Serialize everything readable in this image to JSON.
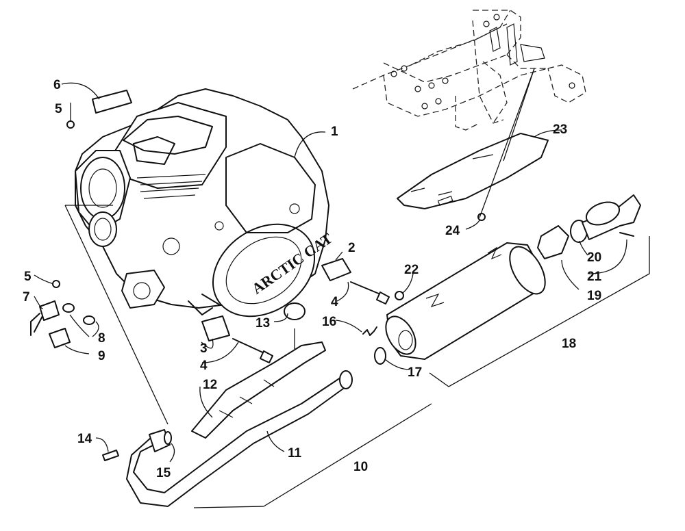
{
  "brand_mark": "ARCTIC CAT",
  "callouts": {
    "c1": "1",
    "c2": "2",
    "c3": "3",
    "c4a": "4",
    "c4b": "4",
    "c5a": "5",
    "c5b": "5",
    "c6": "6",
    "c7": "7",
    "c8": "8",
    "c9": "9",
    "c10": "10",
    "c11": "11",
    "c12": "12",
    "c13": "13",
    "c14": "14",
    "c15": "15",
    "c16": "16",
    "c17": "17",
    "c18": "18",
    "c19": "19",
    "c20": "20",
    "c21": "21",
    "c22": "22",
    "c23": "23",
    "c24": "24"
  }
}
